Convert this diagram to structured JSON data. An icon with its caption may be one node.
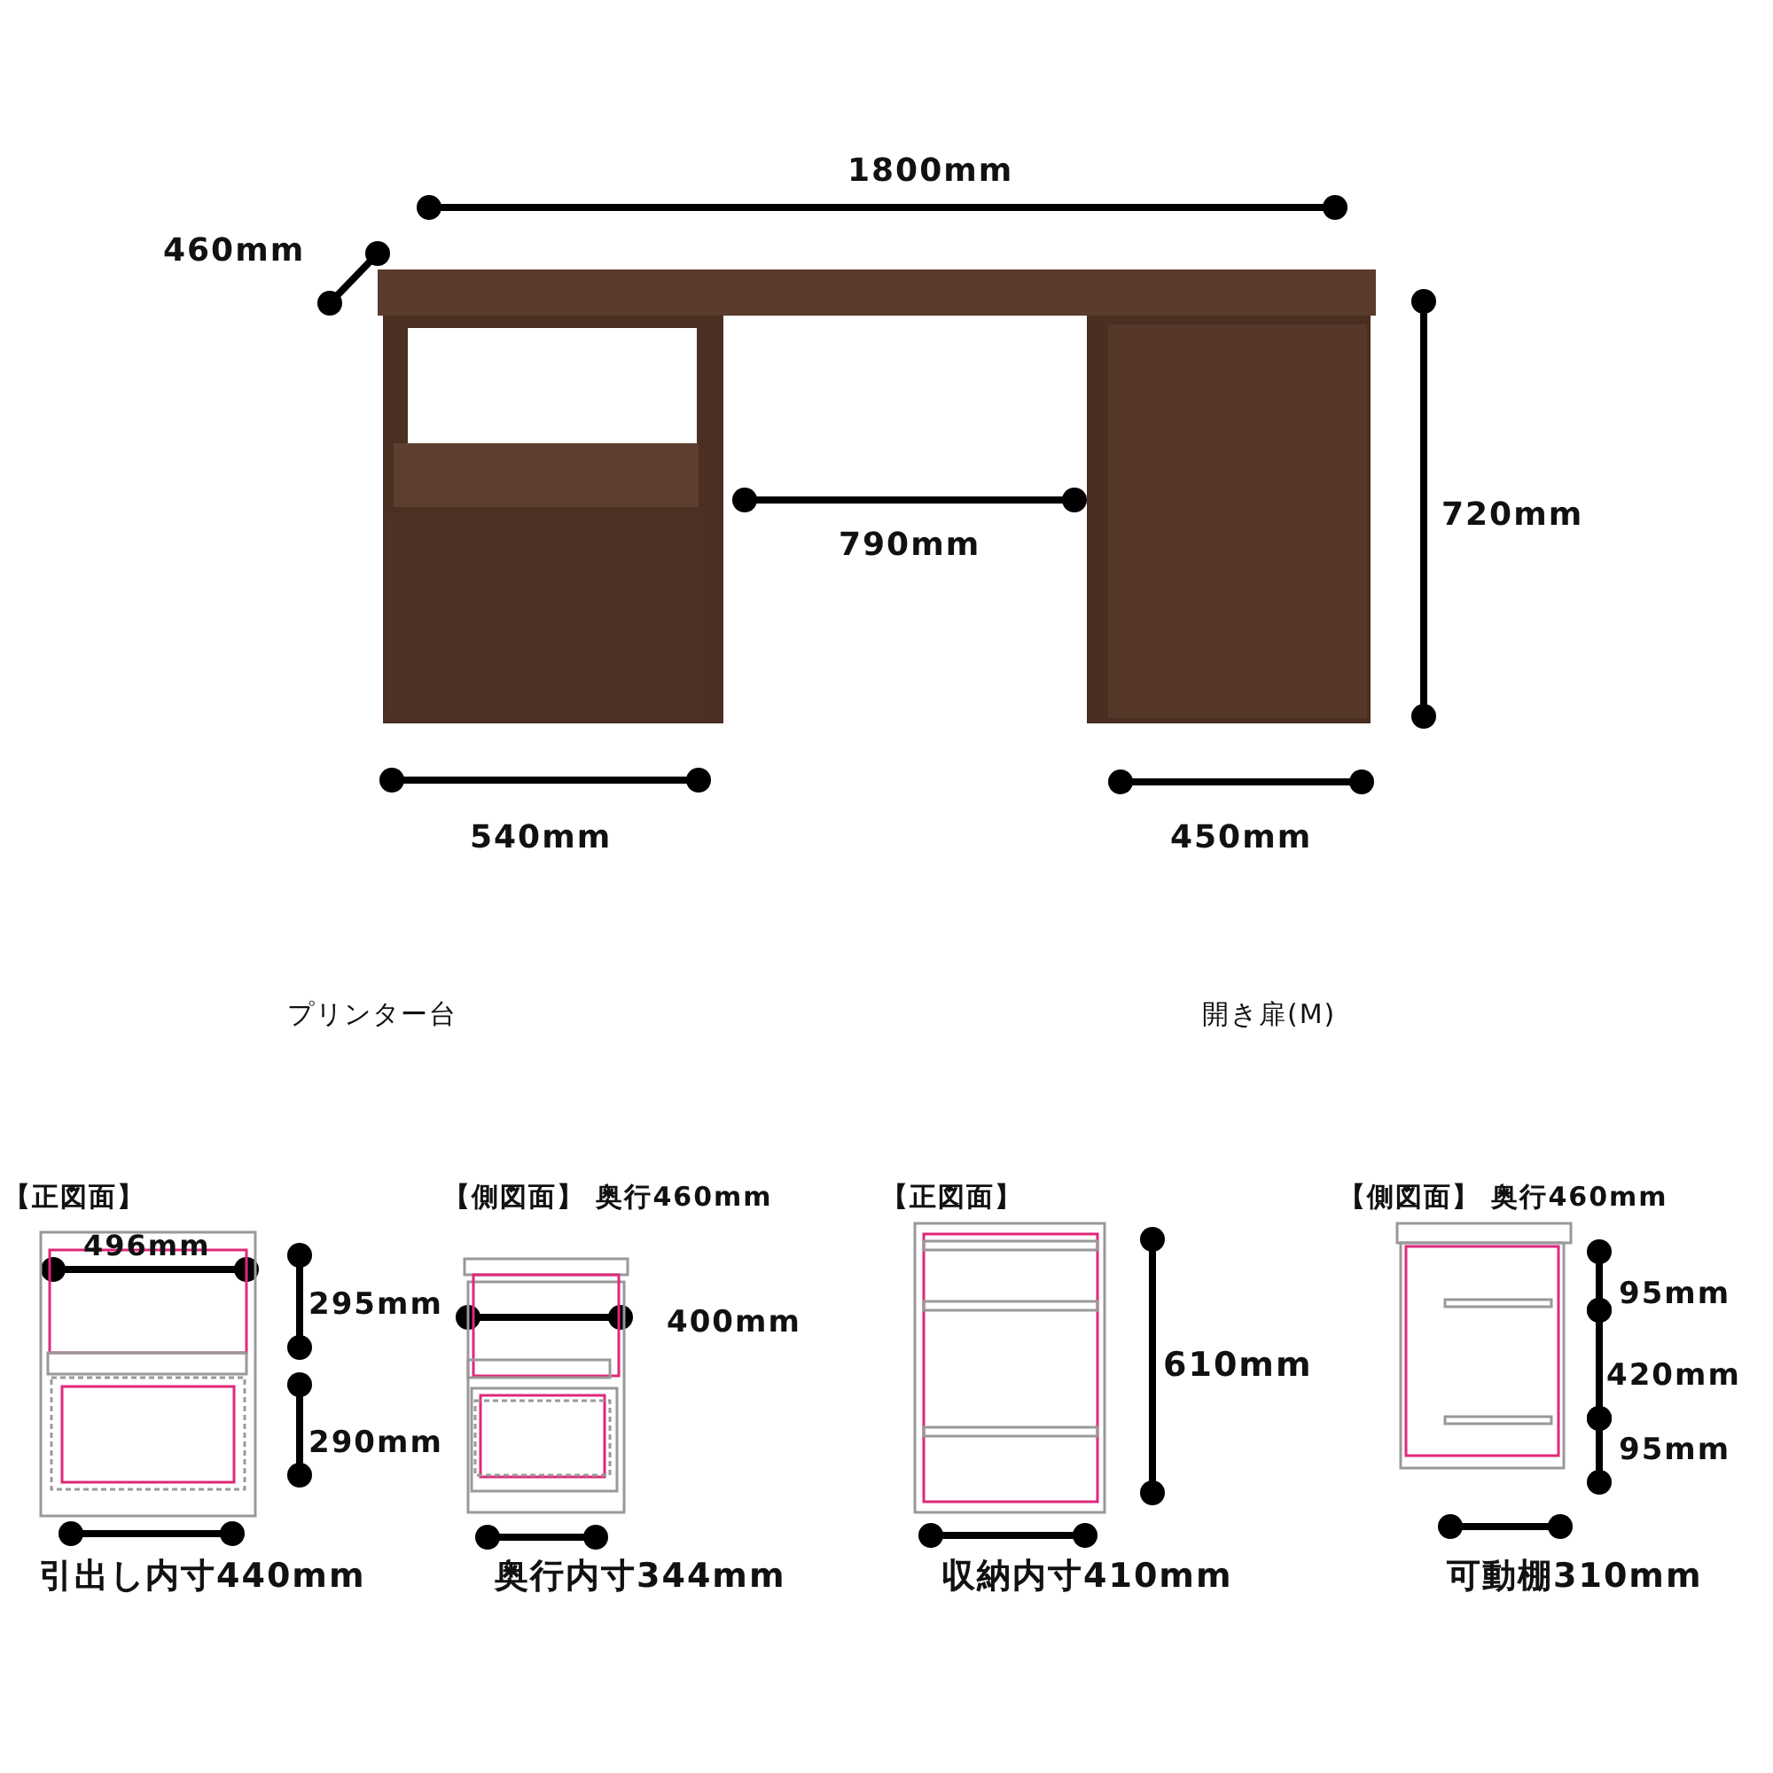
{
  "diagram": {
    "labels": [
      "1800mm",
      "460mm",
      "720mm",
      "790mm",
      "540mm",
      "450mm",
      "プリンター台",
      "開き扉(M)",
      "【正図面】",
      "【側図面】 奥行460mm",
      "【正図面】",
      "【側図面】 奥行460mm",
      "496mm",
      "295mm",
      "400mm",
      "610mm",
      "95mm",
      "290mm",
      "420mm",
      "95mm",
      "引出し内寸440mm",
      "奥行内寸344mm",
      "収納内寸410mm",
      "可動棚310mm"
    ]
  }
}
